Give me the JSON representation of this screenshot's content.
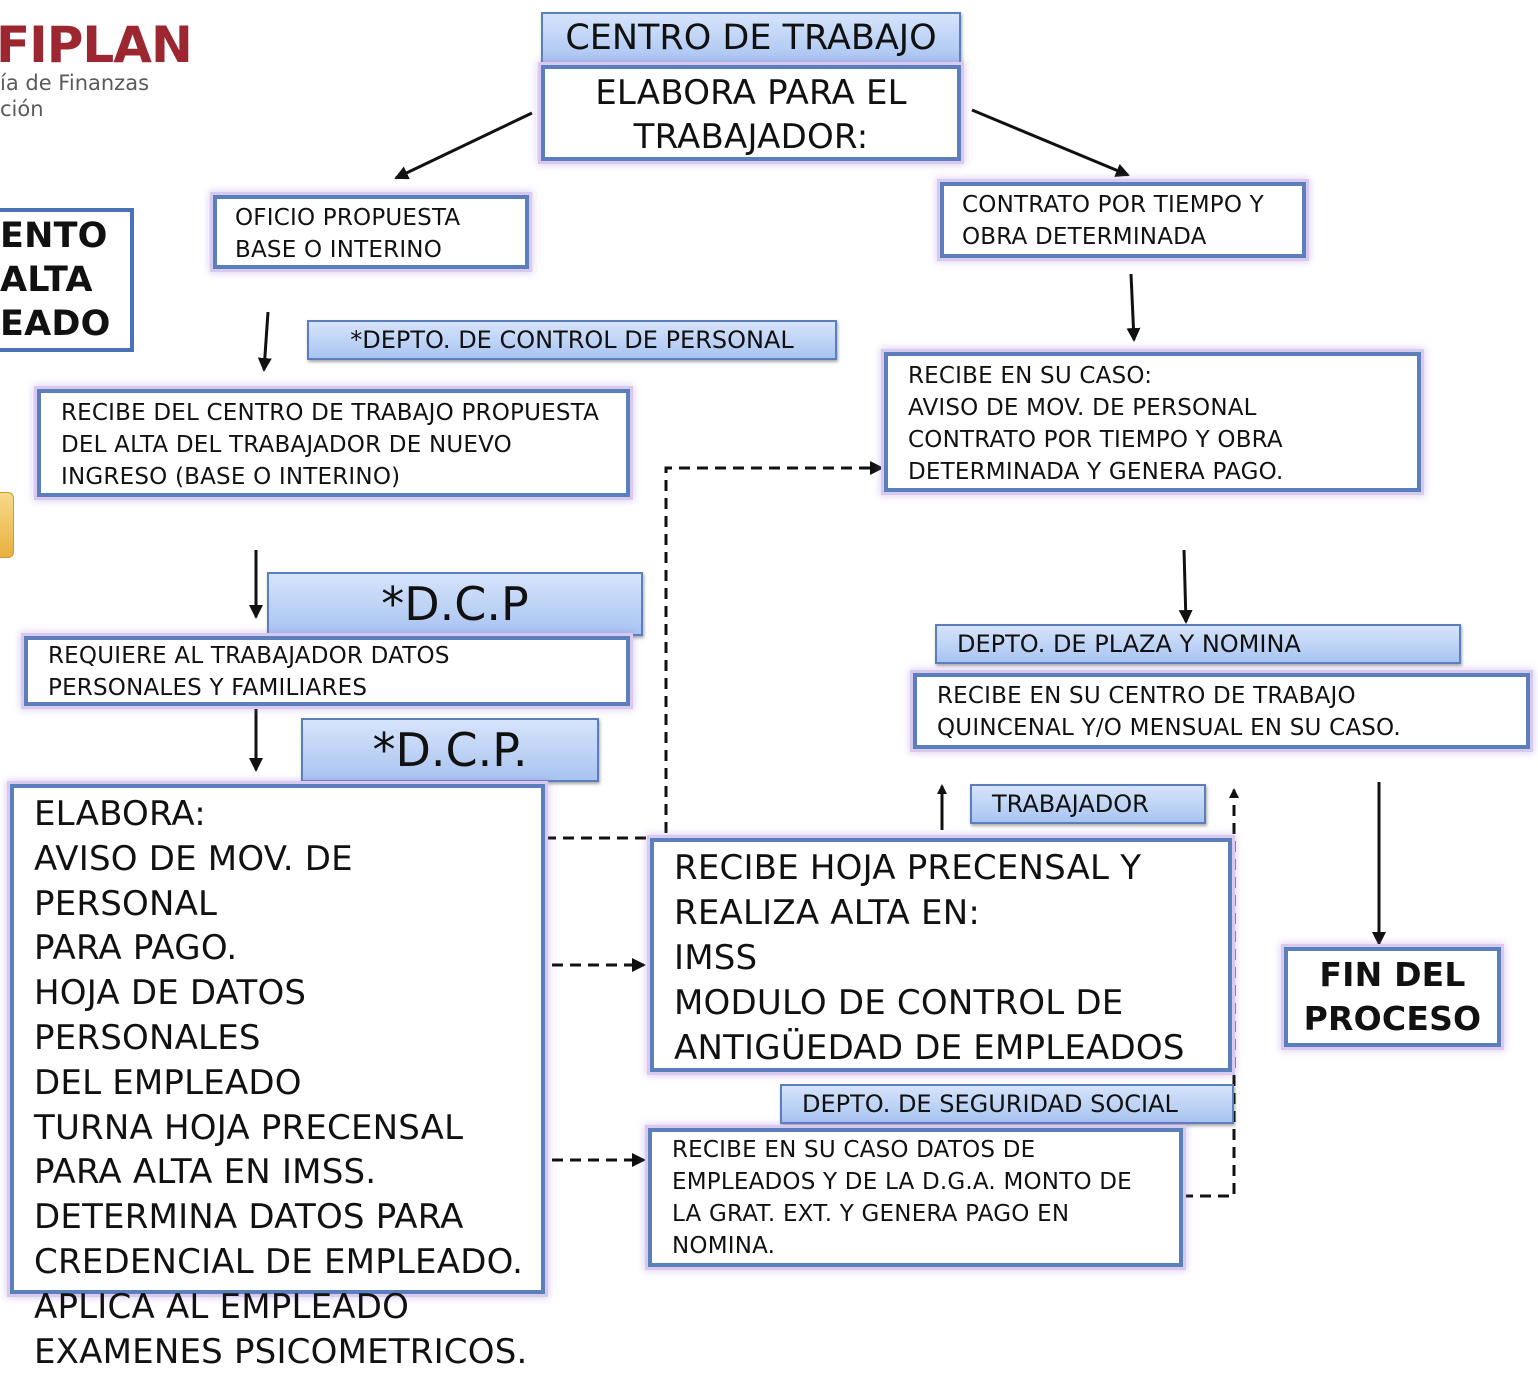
{
  "logo": {
    "wordmark": "FIPLAN",
    "subtitle_line1": "ía de Finanzas",
    "subtitle_line2": "ción"
  },
  "colors": {
    "box_border": "#5b7fbd",
    "label_fill_top": "#d6e4fb",
    "label_fill_bottom": "#a9c4f1",
    "glow": "#d9c9ef",
    "logo_red": "#9d2730"
  },
  "title": {
    "label": "CENTRO DE TRABAJO",
    "text": "ELABORA PARA EL\nTRABAJADOR:"
  },
  "side_title": "ENTO\n ALTA\nEADO",
  "oficio": "OFICIO PROPUESTA\nBASE O INTERINO",
  "contrato": "CONTRATO POR TIEMPO Y\nOBRA DETERMINADA",
  "dcp_label": "*DEPTO. DE CONTROL DE PERSONAL",
  "recibe_centro": "RECIBE DEL CENTRO DE TRABAJO PROPUESTA\nDEL ALTA DEL TRABAJADOR DE NUEVO\nINGRESO (BASE O INTERINO)",
  "recibe_caso": "RECIBE EN SU CASO:\nAVISO DE MOV. DE PERSONAL\nCONTRATO POR TIEMPO Y OBRA\nDETERMINADA Y GENERA PAGO.",
  "dcp_short1": "*D.C.P",
  "requiere": "REQUIERE AL TRABAJADOR DATOS\nPERSONALES Y FAMILIARES",
  "plaza_label": "DEPTO. DE PLAZA Y NOMINA",
  "recibe_quincenal": "RECIBE EN SU CENTRO DE TRABAJO\nQUINCENAL Y/O MENSUAL EN SU CASO.",
  "dcp_short2": "*D.C.P.",
  "elabora": "ELABORA:\nAVISO DE MOV. DE PERSONAL\nPARA PAGO.\nHOJA DE DATOS PERSONALES\nDEL EMPLEADO\nTURNA HOJA PRECENSAL\nPARA ALTA EN IMSS.\nDETERMINA DATOS PARA\nCREDENCIAL DE EMPLEADO.\nAPLICA AL EMPLEADO\nEXAMENES PSICOMETRICOS.",
  "trabajador_label": "TRABAJADOR",
  "recibe_hoja": "RECIBE HOJA PRECENSAL Y\nREALIZA ALTA EN:\nIMSS\nMODULO DE CONTROL DE\nANTIGÜEDAD DE EMPLEADOS",
  "fin": "FIN  DEL\nPROCESO",
  "seguridad_label": "DEPTO. DE SEGURIDAD SOCIAL",
  "recibe_datos": "RECIBE EN SU CASO DATOS DE\nEMPLEADOS Y DE LA D.G.A. MONTO DE\nLA GRAT. EXT. Y GENERA PAGO EN\nNOMINA."
}
